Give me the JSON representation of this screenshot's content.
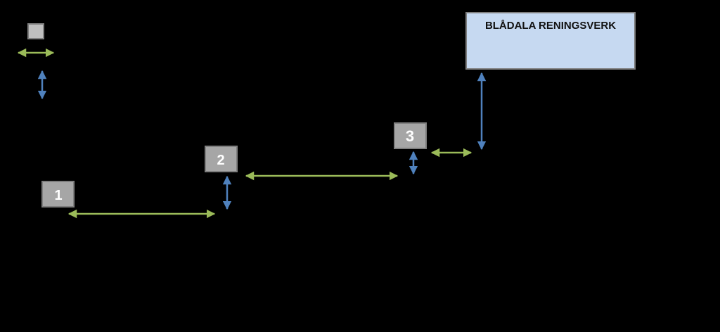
{
  "colors": {
    "background": "#000000",
    "node_fill": "#a6a6a6",
    "node_stroke": "#7f7f7f",
    "plant_fill": "#c6d9f1",
    "plant_stroke": "#7f7f7f",
    "horizontal_arrow": "#9bbb59",
    "vertical_arrow": "#4f81bd"
  },
  "legend": {
    "node_symbol": "gray-square-icon",
    "horizontal_symbol": "green-double-arrow-icon",
    "vertical_symbol": "blue-double-arrow-icon"
  },
  "nodes": [
    {
      "label": "1"
    },
    {
      "label": "2"
    },
    {
      "label": "3"
    }
  ],
  "plant": {
    "label": "BLÅDALA RENINGSVERK"
  }
}
